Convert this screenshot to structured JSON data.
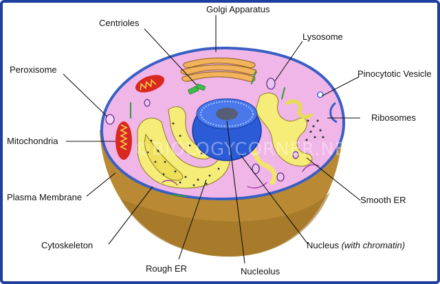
{
  "diagram": {
    "labels": {
      "golgi": "Golgi Apparatus",
      "centrioles": "Centrioles",
      "lysosome": "Lysosome",
      "peroxisome": "Peroxisome",
      "pinocytotic": "Pinocytotic Vesicle",
      "ribosomes": "Ribosomes",
      "mitochondria": "Mitochondria",
      "plasma_membrane": "Plasma Membrane",
      "smooth_er": "Smooth ER",
      "cytoskeleton": "Cytoskeleton",
      "nucleus": "Nucleus",
      "nucleus_note": "(with chromatin)",
      "rough_er": "Rough ER",
      "nucleolus": "Nucleolus"
    },
    "watermark": "©BIOLOGYCORNER.NET.COM"
  },
  "colors": {
    "frame": "#1f3f9e",
    "cytoplasm": "#f0b6e8",
    "cell_body": "#b98a33",
    "cell_shadow": "#8a6420",
    "membrane": "#3a5fc4",
    "nucleus": "#2b5bd6",
    "nucleolus": "#555e74",
    "er": "#f6ec78",
    "golgi": "#f2b35c",
    "mitochondria": "#d92820"
  }
}
